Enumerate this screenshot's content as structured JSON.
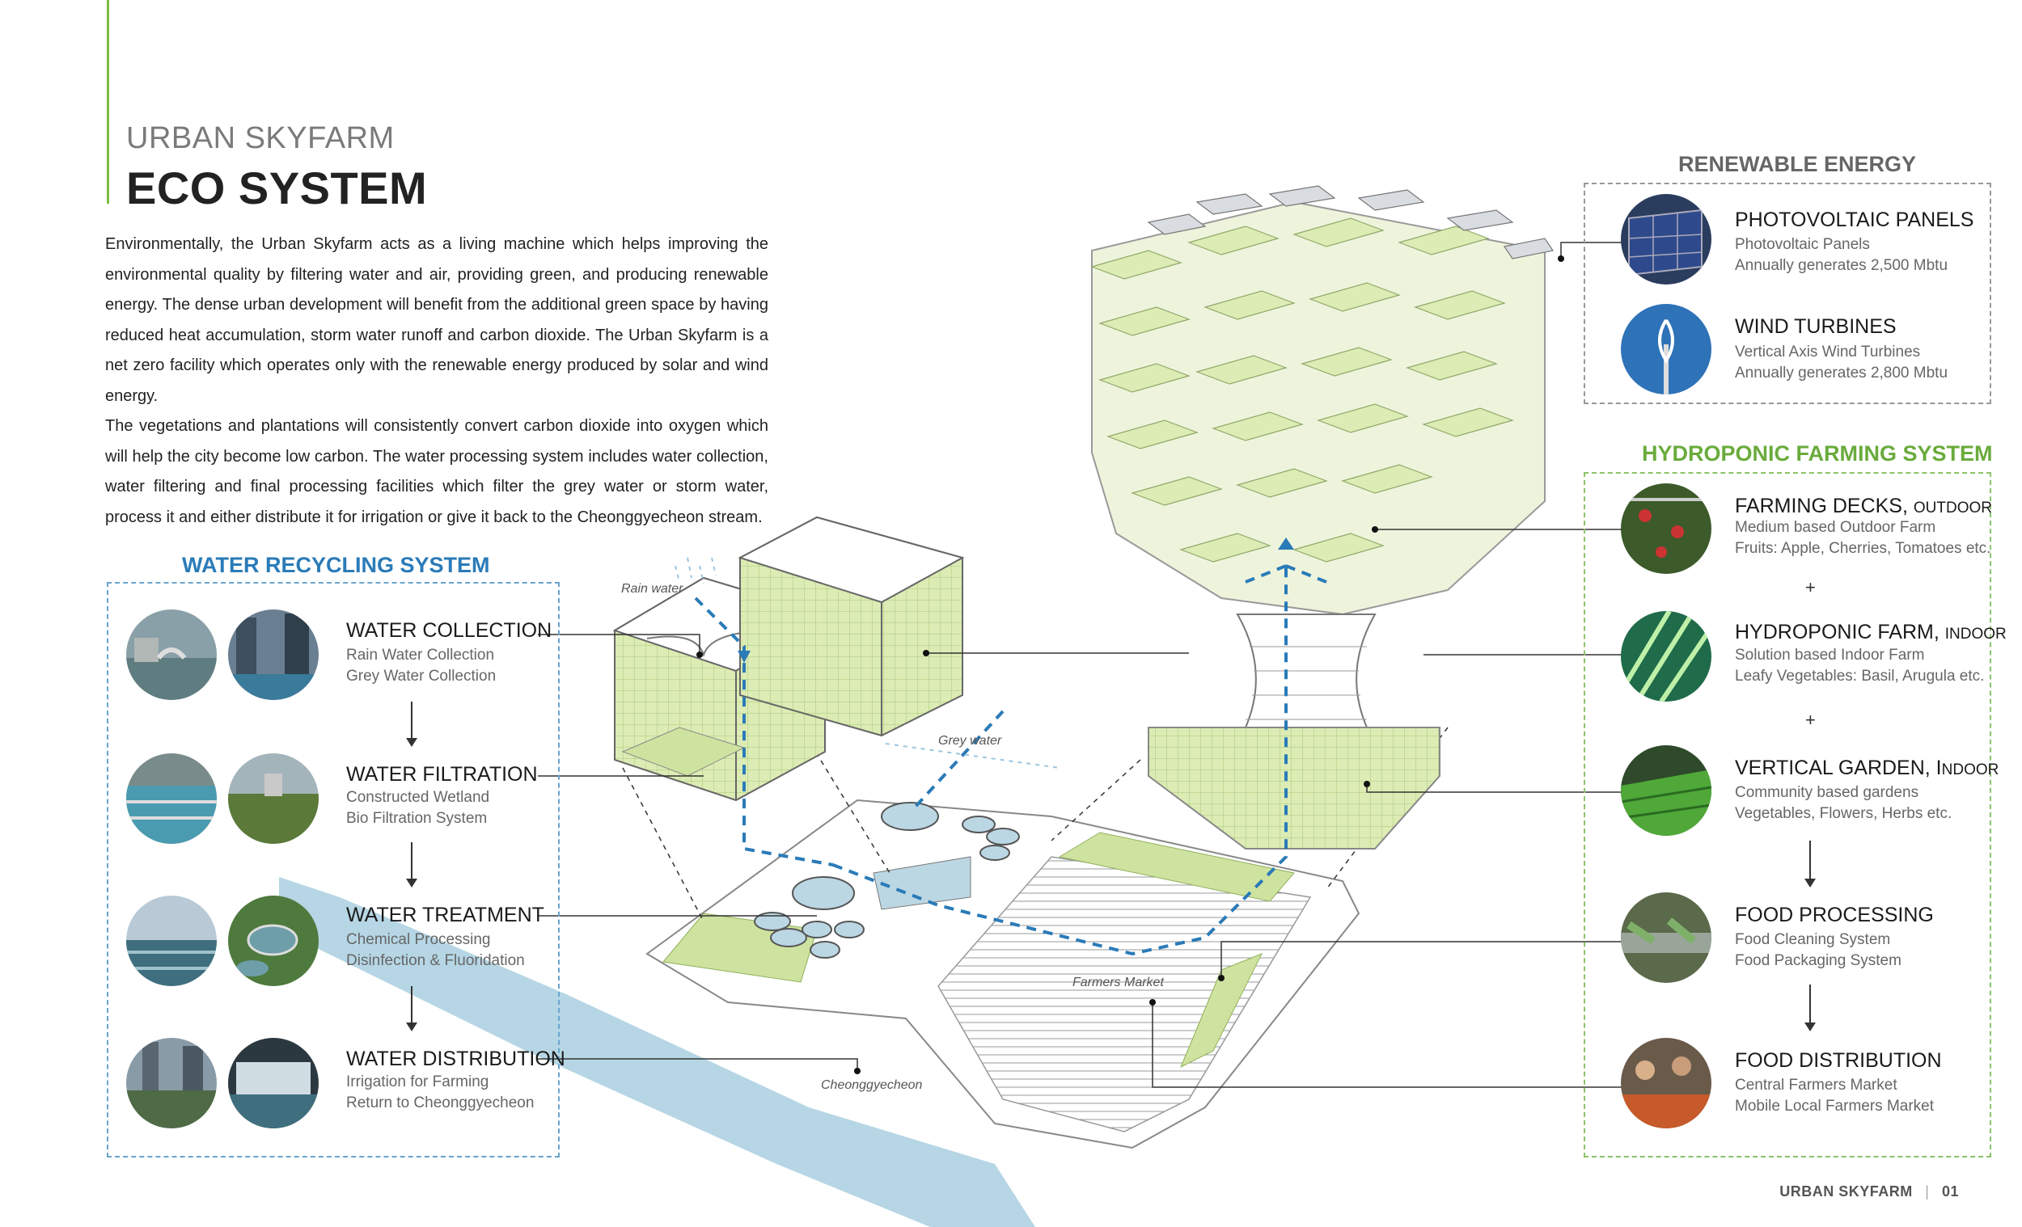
{
  "header": {
    "kicker": "URBAN SKYFARM",
    "title": "ECO SYSTEM"
  },
  "intro": {
    "paragraph1": "Environmentally, the Urban Skyfarm acts as a living machine which helps improving the environmental quality by filtering water and air, providing green, and producing renewable energy. The dense urban development will benefit from the additional green space by having reduced heat accumulation, storm water runoff and carbon dioxide. The Urban Skyfarm is a net zero facility which operates only with the renewable energy produced by solar and wind energy.",
    "paragraph2": "The vegetations and plantations will consistently convert carbon dioxide into oxygen which will help the city become low carbon. The water processing system includes water collection, water filtering and final processing facilities which filter the grey water or storm water, process it and either distribute it for irrigation or give it back to the Cheonggyecheon stream."
  },
  "water_system": {
    "title": "WATER RECYCLING SYSTEM",
    "color": "#2a7bb8",
    "items": [
      {
        "title": "WATER COLLECTION",
        "lines": [
          "Rain Water Collection",
          "Grey Water Collection"
        ]
      },
      {
        "title": "WATER FILTRATION",
        "lines": [
          "Constructed Wetland",
          "Bio Filtration System"
        ]
      },
      {
        "title": "WATER TREATMENT",
        "lines": [
          "Chemical Processing",
          "Disinfection & Fluoridation"
        ]
      },
      {
        "title": "WATER DISTRIBUTION",
        "lines": [
          "Irrigation for Farming",
          "Return to Cheonggyecheon"
        ]
      }
    ]
  },
  "energy": {
    "title": "RENEWABLE ENERGY",
    "color": "#777777",
    "items": [
      {
        "title": "PHOTOVOLTAIC PANELS",
        "lines": [
          "Photovoltaic Panels",
          "Annually generates 2,500 Mbtu"
        ]
      },
      {
        "title": "WIND TURBINES",
        "lines": [
          "Vertical Axis Wind Turbines",
          "Annually generates 2,800 Mbtu"
        ]
      }
    ]
  },
  "farming": {
    "title": "HYDROPONIC FARMING SYSTEM",
    "color": "#6aab3c",
    "items": [
      {
        "title": "FARMING DECKS,",
        "suffix": "OUTDOOR",
        "lines": [
          "Medium based Outdoor Farm",
          "Fruits: Apple, Cherries, Tomatoes etc."
        ]
      },
      {
        "title": "HYDROPONIC FARM,",
        "suffix": "INDOOR",
        "lines": [
          "Solution based Indoor Farm",
          "Leafy Vegetables: Basil, Arugula etc."
        ]
      },
      {
        "title": "VERTICAL GARDEN, I",
        "suffix": "NDOOR",
        "lines": [
          "Community based gardens",
          "Vegetables, Flowers, Herbs etc."
        ]
      },
      {
        "title": "FOOD PROCESSING",
        "lines": [
          "Food Cleaning System",
          "Food Packaging System"
        ]
      },
      {
        "title": "FOOD DISTRIBUTION",
        "lines": [
          "Central Farmers Market",
          "Mobile Local Farmers Market"
        ]
      }
    ],
    "plus": "+"
  },
  "diagram_labels": {
    "rain_water": "Rain water",
    "grey_water": "Grey water",
    "farmers_market": "Farmers Market",
    "cheonggyecheon": "Cheonggyecheon"
  },
  "footer": {
    "text": "URBAN SKYFARM",
    "separator": "|",
    "page": "01"
  }
}
